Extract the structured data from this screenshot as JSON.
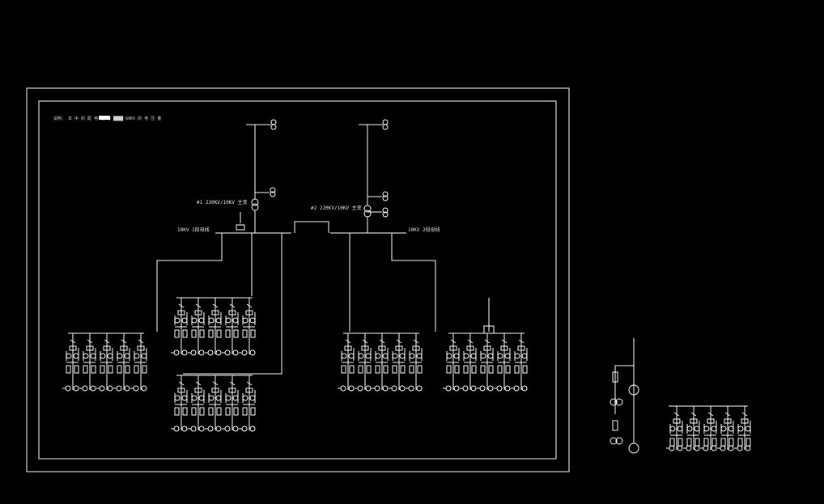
{
  "drawing": {
    "note": "说明：   本  中  的  配  电  柜  与   ████  60KV  的  电  压  量",
    "transformer1_label": "#1 220KV/10KV 主变",
    "transformer2_label": "#2 220KV/10KV 主变",
    "bus1_label": "10KV 1段母线",
    "bus2_label": "10KV 2段母线"
  },
  "colors": {
    "background": "#000000",
    "line": "#ffffff"
  },
  "icons": [
    "breaker-icon",
    "transformer-icon",
    "generator-icon",
    "ground-icon"
  ]
}
